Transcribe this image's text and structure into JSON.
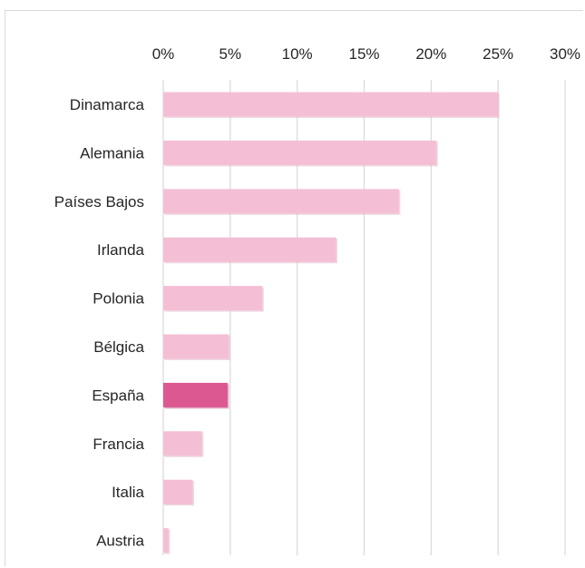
{
  "chart_data": {
    "type": "bar",
    "orientation": "horizontal",
    "title": "",
    "xlabel": "",
    "ylabel": "",
    "categories": [
      "Dinamarca",
      "Alemania",
      "Países Bajos",
      "Irlanda",
      "Polonia",
      "Bélgica",
      "España",
      "Francia",
      "Italia",
      "Austria"
    ],
    "values": [
      25,
      20.4,
      17.6,
      12.9,
      7.4,
      4.9,
      4.8,
      2.9,
      2.2,
      0.4
    ],
    "xlim": [
      0,
      30
    ],
    "ticks": [
      "0%",
      "5%",
      "10%",
      "15%",
      "20%",
      "25%",
      "30%"
    ],
    "tick_values": [
      0,
      5,
      10,
      15,
      20,
      25,
      30
    ],
    "axis_position": "top",
    "grid": true,
    "legend": "none",
    "colors": {
      "default": "#f4bfd5",
      "highlight": "#dc5890",
      "grid": "#d9d9d9"
    },
    "highlight_category": "España"
  }
}
